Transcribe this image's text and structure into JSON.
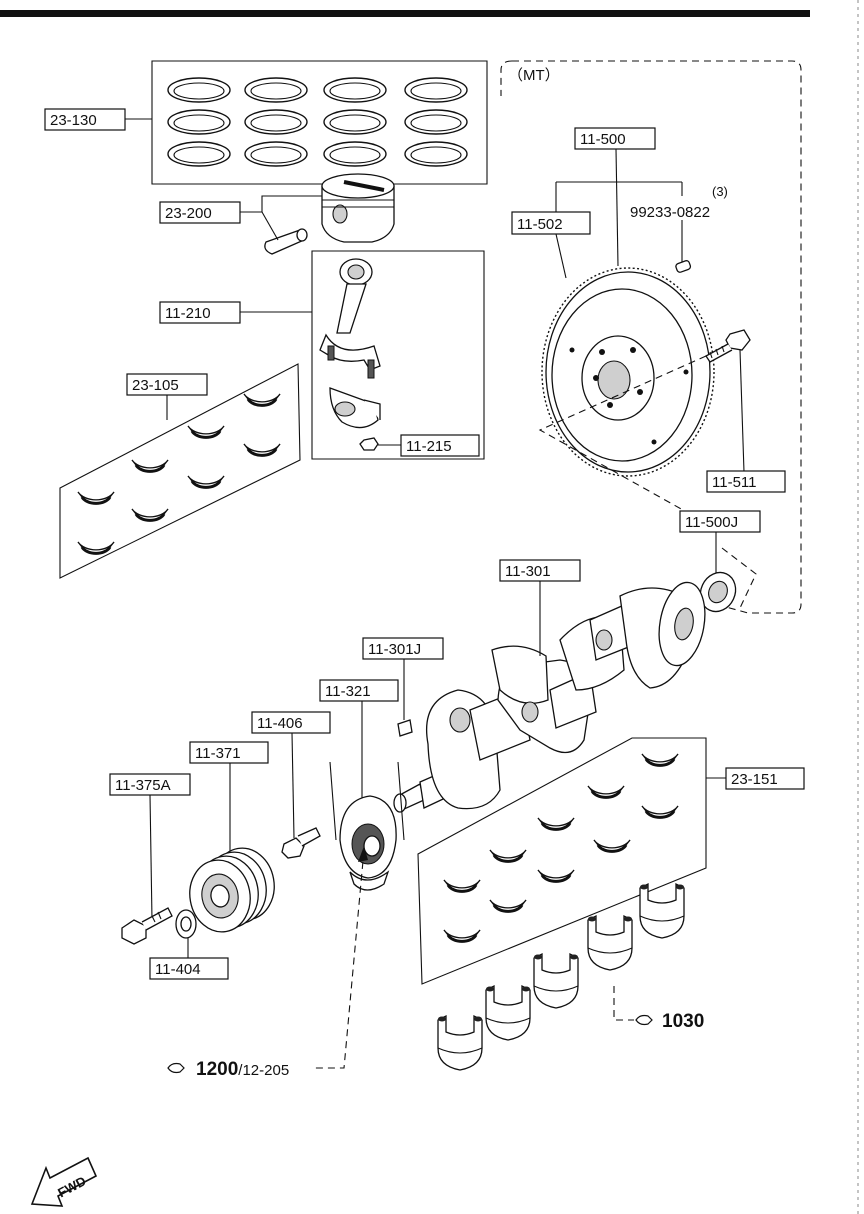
{
  "group_label": "（MT）",
  "fastener_qty": "(3)",
  "fastener_part": "99233-0822",
  "parts": {
    "piston_rings": "23-130",
    "piston": "23-200",
    "conn_rod": "11-210",
    "conn_rod_bearings": "23-105",
    "conn_rod_nut": "11-215",
    "flywheel": "11-500",
    "ring_gear": "11-502",
    "flywheel_bolt": "11-511",
    "pilot_bearing": "11-500J",
    "crankshaft": "11-301",
    "crank_key": "11-301J",
    "timing_pulley": "11-321",
    "pulley_plug": "11-406",
    "crank_pulley": "11-371",
    "pulley_bolt": "11-375A",
    "pulley_washer": "11-404",
    "main_bearings": "23-151"
  },
  "references": {
    "main_ref_num": "1030",
    "belt_ref_num": "1200",
    "belt_ref_page": "/12-205"
  },
  "fwd": "FWD"
}
